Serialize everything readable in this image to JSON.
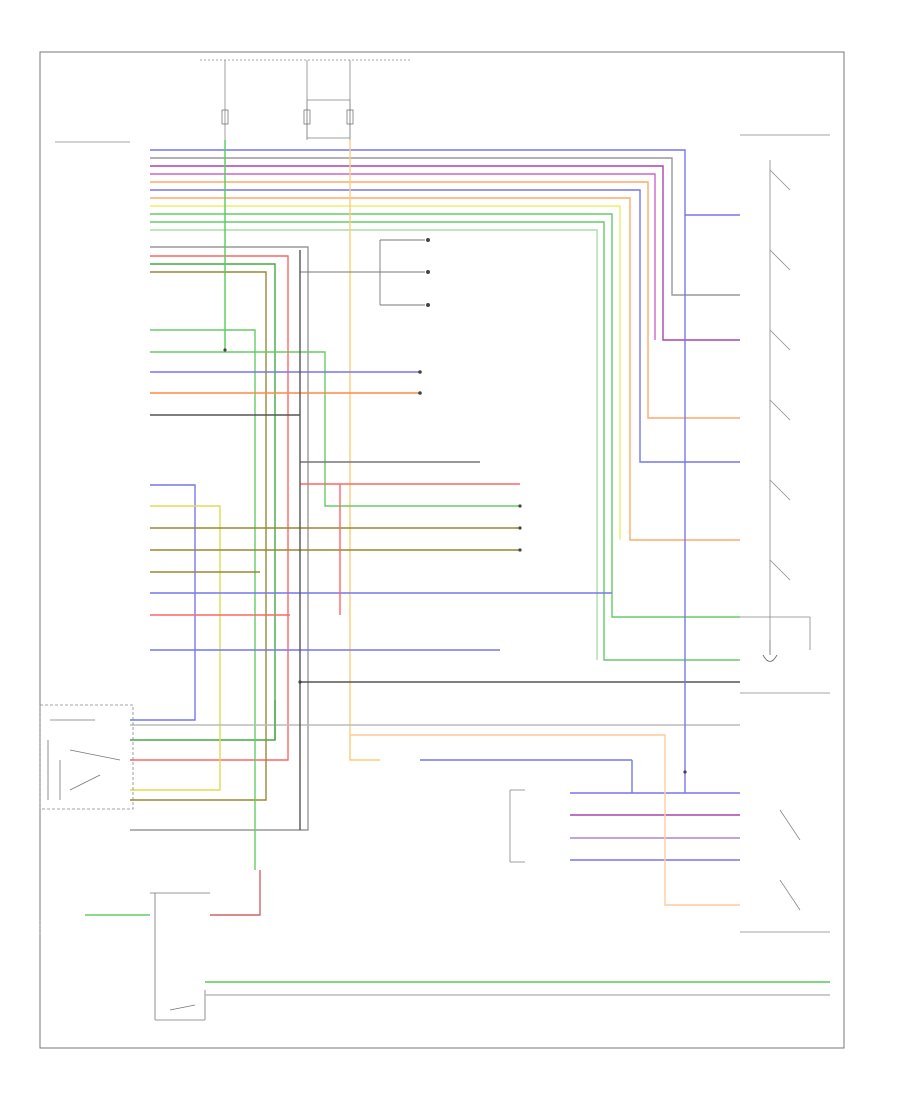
{
  "wires": [
    {
      "id": "w-stop-lamp-sw",
      "color": "#7777ee"
    },
    {
      "id": "w-blu-red",
      "color": "#7777ee"
    },
    {
      "id": "w-gry-red",
      "color": "#999999"
    },
    {
      "id": "w-vio-wht",
      "color": "#aa44aa"
    },
    {
      "id": "w-ltgrn-blk",
      "color": "#55cc55"
    },
    {
      "id": "w-orn-wht",
      "color": "#ffaa66"
    },
    {
      "id": "w-yel",
      "color": "#dddd55"
    },
    {
      "id": "w-red",
      "color": "#ff6666"
    },
    {
      "id": "w-grn-blk",
      "color": "#44aa44"
    },
    {
      "id": "w-brn-yel",
      "color": "#998833"
    },
    {
      "id": "w-blk",
      "color": "#444444"
    },
    {
      "id": "w-ltgrn-red",
      "color": "#66cc66"
    },
    {
      "id": "w-pink",
      "color": "#ff88cc"
    }
  ],
  "ground": {
    "symbol": "ground-symbol"
  }
}
